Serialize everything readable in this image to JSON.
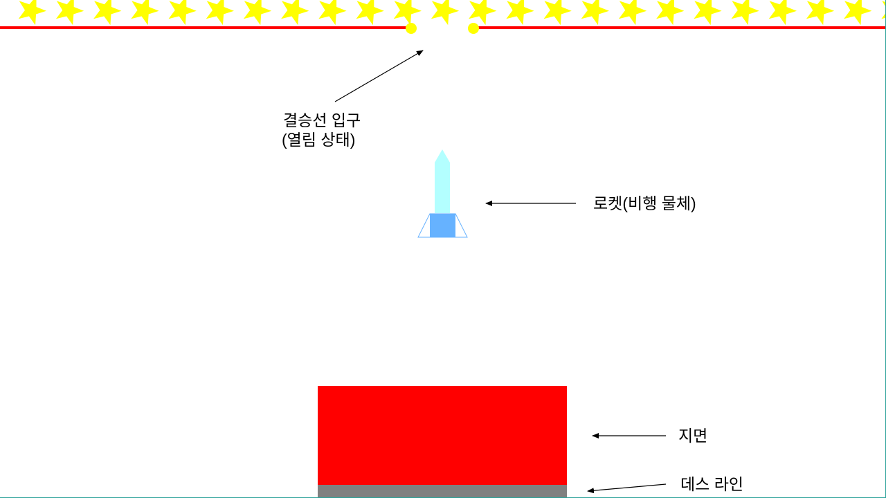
{
  "labels": {
    "finish_line_gate_line1": "결승선 입구",
    "finish_line_gate_line2": "(열림 상태)",
    "rocket": "로켓(비행 물체)",
    "ground": "지면",
    "death_line": "데스 라인"
  },
  "colors": {
    "background": "#ffffff",
    "star": "#ffff00",
    "finish_line": "#ff0000",
    "gate_post": "#ffff00",
    "rocket_body": "#b3ffff",
    "rocket_base": "#66b2ff",
    "rocket_fin_outline": "#66b2ff",
    "ground": "#ff0000",
    "death_line": "#808080",
    "arrow": "#000000"
  },
  "icons": {
    "star_border": "star-icon",
    "gate_post": "gate-post-icon",
    "rocket": "rocket-icon"
  }
}
